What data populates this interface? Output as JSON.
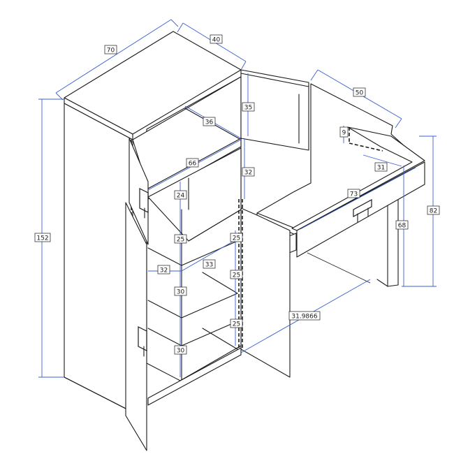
{
  "drawing": {
    "colors": {
      "outline": "#1a1a1a",
      "dimension": "#3a5fd0",
      "background": "#ffffff"
    },
    "dimensions": {
      "width_70": "70",
      "depth_40": "40",
      "height_152": "152",
      "desk_depth_50": "50",
      "door_height_35": "35",
      "niche_36": "36",
      "niche_32": "32",
      "shelf_66": "66",
      "drawer_9": "9",
      "drawer_31": "31",
      "desk_width_73": "73",
      "desk_height_82": "82",
      "leg_height_68": "68",
      "shelf_24": "24",
      "shelf_25a": "25",
      "shelf_25b": "25",
      "shelf_25c": "25",
      "shelf_25d": "25",
      "shelf_32": "32",
      "shelf_33": "33",
      "shelf_30a": "30",
      "shelf_30b": "30",
      "diag_319866": "31.9866"
    }
  }
}
